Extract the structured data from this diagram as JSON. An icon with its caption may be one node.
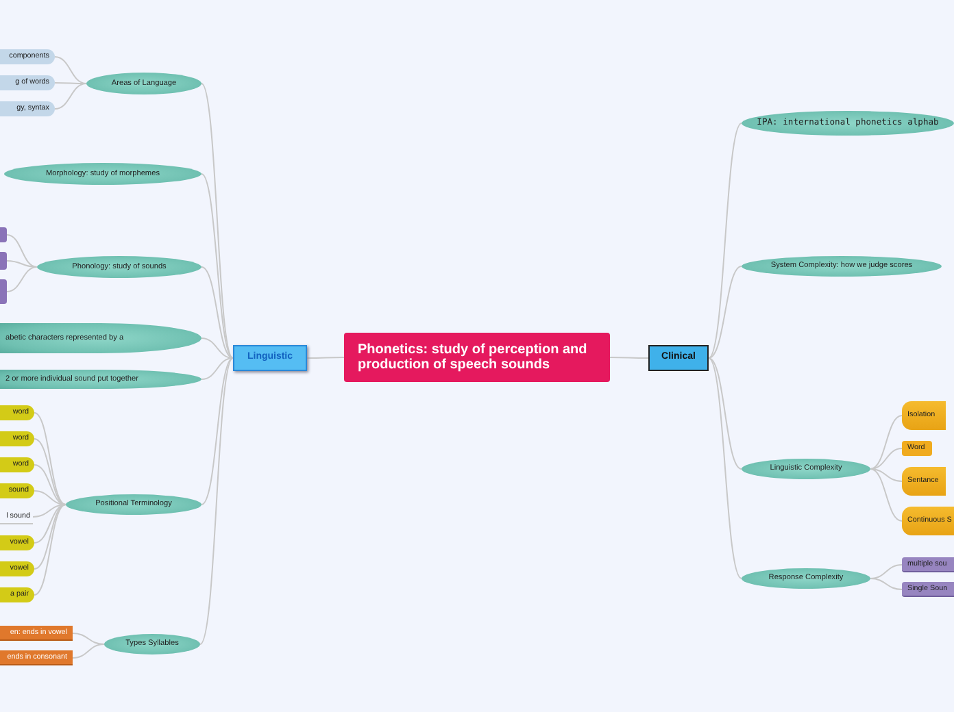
{
  "diagram": {
    "nodes": [
      {
        "text": [
          "Phonetics: study of perception and production of speech sounds"
        ]
      },
      {
        "text": [
          "Linguistic"
        ]
      },
      {
        "text": [
          "Clinical"
        ]
      },
      {
        "text": [
          "Areas of Language"
        ]
      },
      {
        "text": [
          "components"
        ]
      },
      {
        "text": [
          "g of words"
        ]
      },
      {
        "text": [
          "gy, syntax"
        ]
      },
      {
        "text": [
          "Morphology: study of morphemes"
        ]
      },
      {
        "text": [
          "Phonology: study of sounds"
        ]
      },
      {
        "text": [],
        "shape": "box"
      },
      {
        "text": [],
        "shape": "box"
      },
      {
        "text": [],
        "shape": "box"
      },
      {
        "text": [
          "abetic characters represented by a"
        ]
      },
      {
        "text": [
          "2 or more individual sound put together"
        ]
      },
      {
        "text": [
          "Positional Terminology"
        ]
      },
      {
        "text": [
          "word"
        ]
      },
      {
        "text": [
          "word"
        ]
      },
      {
        "text": [
          "word"
        ]
      },
      {
        "text": [
          "sound"
        ]
      },
      {
        "text": [
          "l sound"
        ]
      },
      {
        "text": [
          "vowel"
        ]
      },
      {
        "text": [
          "vowel"
        ]
      },
      {
        "text": [
          "a pair"
        ]
      },
      {
        "text": [
          "Types Syllables"
        ]
      },
      {
        "text": [
          "en: ends in vowel"
        ]
      },
      {
        "text": [
          "ends in consonant"
        ]
      },
      {
        "text": [
          "IPA: international phonetics alphab"
        ]
      },
      {
        "text": [
          "System Complexity: how we judge scores"
        ]
      },
      {
        "text": [
          "Linguistic Complexity"
        ]
      },
      {
        "text": [
          "Isolation"
        ]
      },
      {
        "text": [
          "Word"
        ]
      },
      {
        "text": [
          "Sentance"
        ]
      },
      {
        "text": [
          "Continuous S"
        ]
      },
      {
        "text": [
          "Response Complexity"
        ]
      },
      {
        "text": [
          "multiple sou"
        ]
      },
      {
        "text": [
          "Single Soun"
        ]
      }
    ],
    "edges": [
      {
        "from": 0,
        "to": 1,
        "arrow": "none"
      },
      {
        "from": 0,
        "to": 2,
        "arrow": "none"
      },
      {
        "from": 1,
        "to": 3,
        "arrow": "none"
      },
      {
        "from": 3,
        "to": 4,
        "arrow": "none"
      },
      {
        "from": 3,
        "to": 5,
        "arrow": "none"
      },
      {
        "from": 3,
        "to": 6,
        "arrow": "none"
      },
      {
        "from": 1,
        "to": 7,
        "arrow": "none"
      },
      {
        "from": 1,
        "to": 8,
        "arrow": "none"
      },
      {
        "from": 8,
        "to": 9,
        "arrow": "none"
      },
      {
        "from": 8,
        "to": 10,
        "arrow": "none"
      },
      {
        "from": 8,
        "to": 11,
        "arrow": "none"
      },
      {
        "from": 1,
        "to": 12,
        "arrow": "none"
      },
      {
        "from": 1,
        "to": 13,
        "arrow": "none"
      },
      {
        "from": 1,
        "to": 14,
        "arrow": "none"
      },
      {
        "from": 14,
        "to": 15,
        "arrow": "none"
      },
      {
        "from": 14,
        "to": 16,
        "arrow": "none"
      },
      {
        "from": 14,
        "to": 17,
        "arrow": "none"
      },
      {
        "from": 14,
        "to": 18,
        "arrow": "none"
      },
      {
        "from": 14,
        "to": 19,
        "arrow": "none"
      },
      {
        "from": 14,
        "to": 20,
        "arrow": "none"
      },
      {
        "from": 14,
        "to": 21,
        "arrow": "none"
      },
      {
        "from": 14,
        "to": 22,
        "arrow": "none"
      },
      {
        "from": 1,
        "to": 23,
        "arrow": "none"
      },
      {
        "from": 23,
        "to": 24,
        "arrow": "none"
      },
      {
        "from": 23,
        "to": 25,
        "arrow": "none"
      },
      {
        "from": 2,
        "to": 26,
        "arrow": "none"
      },
      {
        "from": 2,
        "to": 27,
        "arrow": "none"
      },
      {
        "from": 2,
        "to": 28,
        "arrow": "none"
      },
      {
        "from": 28,
        "to": 29,
        "arrow": "none"
      },
      {
        "from": 28,
        "to": 30,
        "arrow": "none"
      },
      {
        "from": 28,
        "to": 31,
        "arrow": "none"
      },
      {
        "from": 28,
        "to": 32,
        "arrow": "none"
      },
      {
        "from": 2,
        "to": 33,
        "arrow": "none"
      },
      {
        "from": 33,
        "to": 34,
        "arrow": "none"
      },
      {
        "from": 33,
        "to": 35,
        "arrow": "none"
      }
    ]
  }
}
